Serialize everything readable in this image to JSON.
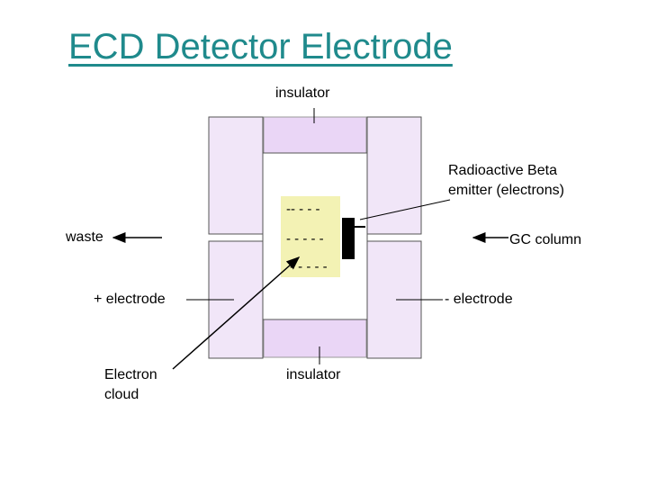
{
  "title": "ECD Detector Electrode",
  "labels": {
    "insulator_top": "insulator",
    "beta_emitter_line1": "Radioactive Beta",
    "beta_emitter_line2": "emitter (electrons)",
    "waste": "waste",
    "gc_column": "GC column",
    "plus_electrode": "+ electrode",
    "minus_electrode": "- electrode",
    "electron_cloud_line1": "Electron",
    "electron_cloud_line2": "cloud",
    "insulator_bottom": "insulator"
  },
  "electron_marks": [
    "-- - - -",
    "- - - - -",
    "- - - - -"
  ],
  "colors": {
    "title": "#1f8a8c",
    "insulator": "#ead6f6",
    "electrode_fill": "#f1e6f8",
    "electron_cloud": "#f3f2b4",
    "line": "#000000"
  }
}
